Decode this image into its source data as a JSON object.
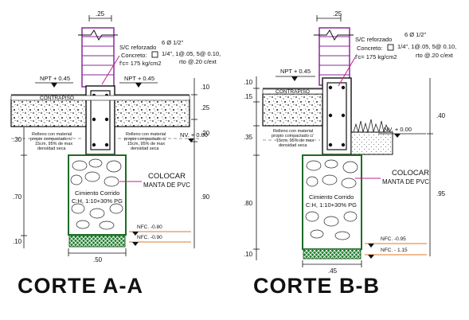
{
  "colors": {
    "masonry_outline": "#8a2a9a",
    "footing_outline": "#1f6b28",
    "leader": "#c0208a",
    "ground_line": "#e0782a",
    "text": "#111111"
  },
  "icons": [
    "section-cut-icon",
    "level-marker-icon",
    "stirrup-icon"
  ],
  "section_a": {
    "title": "CORTE  A-A",
    "wall_width": ".25",
    "reinf_label": "S/C reforzado",
    "reinf_bars": "6 Ø 1/2\"",
    "concrete_label": "Concreto:",
    "stirrup_spec": "1/4\", 1@.05, 5@ 0.10,",
    "strength": "f'c= 175 kg/cm2",
    "rto": "rto  @.20 c/ext",
    "npt_left": "NPT + 0.45",
    "npt_right": "NPT + 0.45",
    "contrapiso": "CONTRAPISO",
    "fill_left": [
      "Relleno con material",
      "propio compactado c/",
      "15cm, 95% de max",
      "densidad seca"
    ],
    "fill_right": [
      "Relleno con material",
      "propio compactado c/",
      "15cm, 95% de max",
      "densidad seca"
    ],
    "nv": "NV. + 0.00",
    "colocar": "COLOCAR",
    "manta": "MANTA DE PVC",
    "footing_name": "Cimiento Corrido",
    "footing_mix": "C:H, 1:10+30% PG",
    "nfc1": "NFC. -0.80",
    "nfc2": "NFC. -0.90",
    "footing_width": ".50",
    "dims_left": [
      ".30",
      ".70",
      ".10"
    ],
    "dims_right": [
      ".10",
      ".25",
      ".20",
      ".90"
    ]
  },
  "section_b": {
    "title": "CORTE  B-B",
    "wall_width": ".25",
    "reinf_label": "S/C reforzado",
    "reinf_bars": "6 Ø 1/2\"",
    "concrete_label": "Concreto:",
    "stirrup_spec": "1/4\", 1@.05, 5@ 0.10,",
    "strength": "f'c= 175 kg/cm2",
    "rto": "rto  @.20 c/ext",
    "npt": "NPT + 0.45",
    "contrapiso": "CONTRAPISO",
    "fill": [
      "Relleno con material",
      "propio compactado c/",
      "15cm, 95% de max",
      "densidad seca"
    ],
    "nv": "NV. + 0.00",
    "colocar": "COLOCAR",
    "manta": "MANTA DE PVC",
    "footing_name": "Cimiento Corrido",
    "footing_mix": "C:H, 1:10+30% PG",
    "nfc1": "NFC. -0.95",
    "nfc2": "NFC. - 1.15",
    "footing_width": ".45",
    "dims_left": [
      ".10",
      ".15",
      ".35",
      ".80",
      ".10"
    ],
    "dims_right": [
      ".40",
      ".95"
    ]
  }
}
